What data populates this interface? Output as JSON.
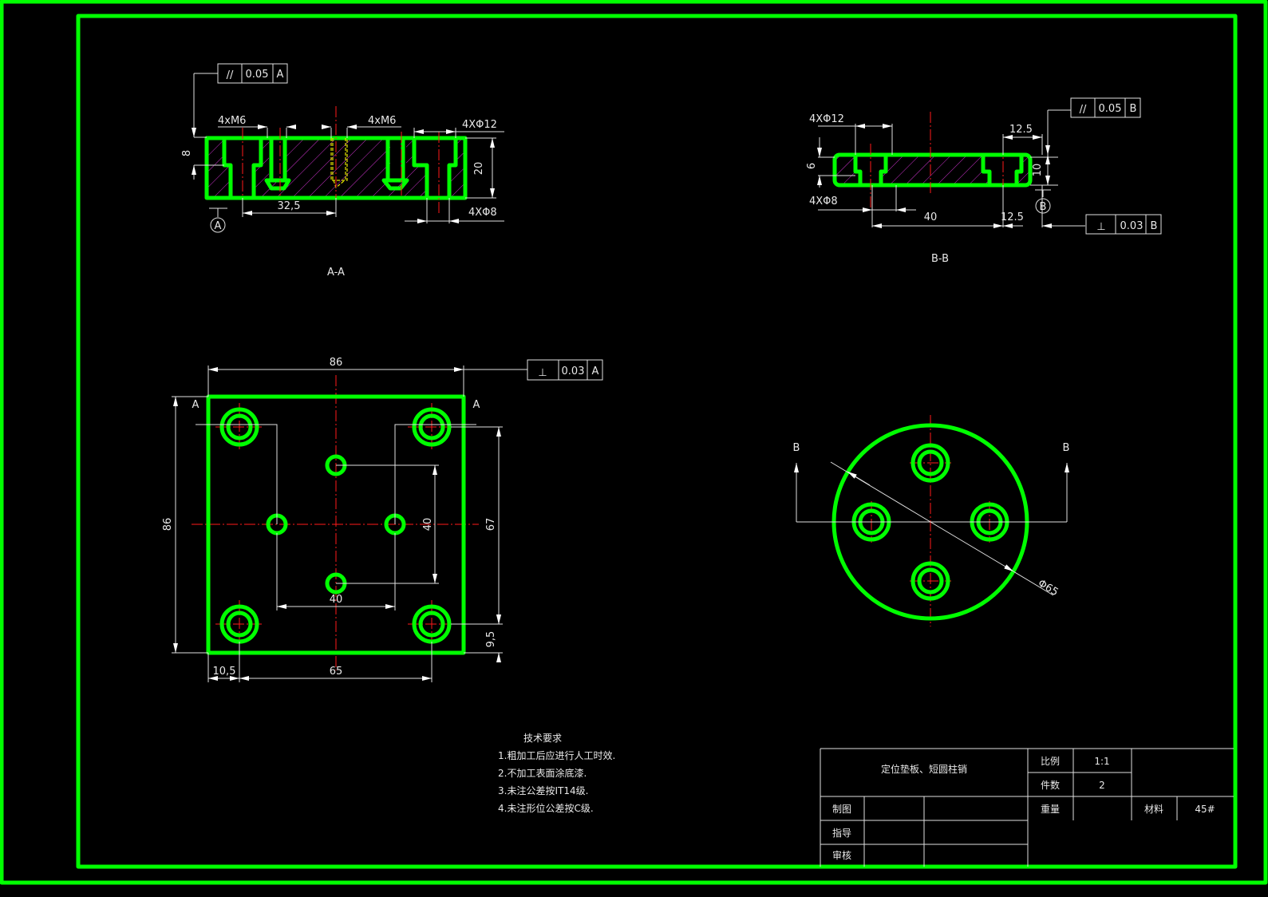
{
  "section_aa": {
    "label": "A-A",
    "tol_symbol": "//",
    "tol_value": "0.05",
    "tol_datum": "A",
    "datum_marker": "A",
    "dim_thread_left": "4xM6",
    "dim_thread_right": "4xM6",
    "dim_cbore": "4XΦ12",
    "dim_hole": "4XΦ8",
    "dim_depth": "8",
    "dim_height": "20",
    "dim_offset": "32,5"
  },
  "section_bb": {
    "label": "B-B",
    "tol1_symbol": "//",
    "tol1_value": "0.05",
    "tol1_datum": "B",
    "tol2_symbol": "⊥",
    "tol2_value": "0.03",
    "tol2_datum": "B",
    "datum_marker": "B",
    "dim_cbore": "4XΦ12",
    "dim_hole": "4XΦ8",
    "dim_depth": "6",
    "dim_height": "10",
    "dim_top": "12.5",
    "dim_spacing": "40",
    "dim_edge": "12.5"
  },
  "plate_view": {
    "dim_width": "86",
    "dim_height": "86",
    "dim_hole_span_v": "67",
    "dim_inner_v": "40",
    "dim_inner_h": "40",
    "dim_hole_span_h": "65",
    "dim_edge_h": "10,5",
    "dim_edge_v": "9,5",
    "cut_label_left": "A",
    "cut_label_right": "A",
    "tol_symbol": "⊥",
    "tol_value": "0.03",
    "tol_datum": "A"
  },
  "pin_view": {
    "dim_diameter": "Φ65",
    "cut_label_left": "B",
    "cut_label_right": "B"
  },
  "tech_requirements": {
    "title": "技术要求",
    "items": [
      "1.粗加工后应进行人工时效.",
      "2.不加工表面涂底漆.",
      "3.未注公差按IT14级.",
      "4.未注形位公差按C级."
    ]
  },
  "title_block": {
    "part_name": "定位垫板、短圆柱销",
    "scale_label": "比例",
    "scale_value": "1:1",
    "qty_label": "件数",
    "qty_value": "2",
    "weight_label": "重量",
    "material_label": "材料",
    "material_value": "45#",
    "drawn_label": "制图",
    "guide_label": "指导",
    "review_label": "审核"
  },
  "colors": {
    "outline": "#00ff00",
    "center": "#ff1a1a",
    "hatch": "#cc33cc",
    "hidden": "#e6e600"
  }
}
